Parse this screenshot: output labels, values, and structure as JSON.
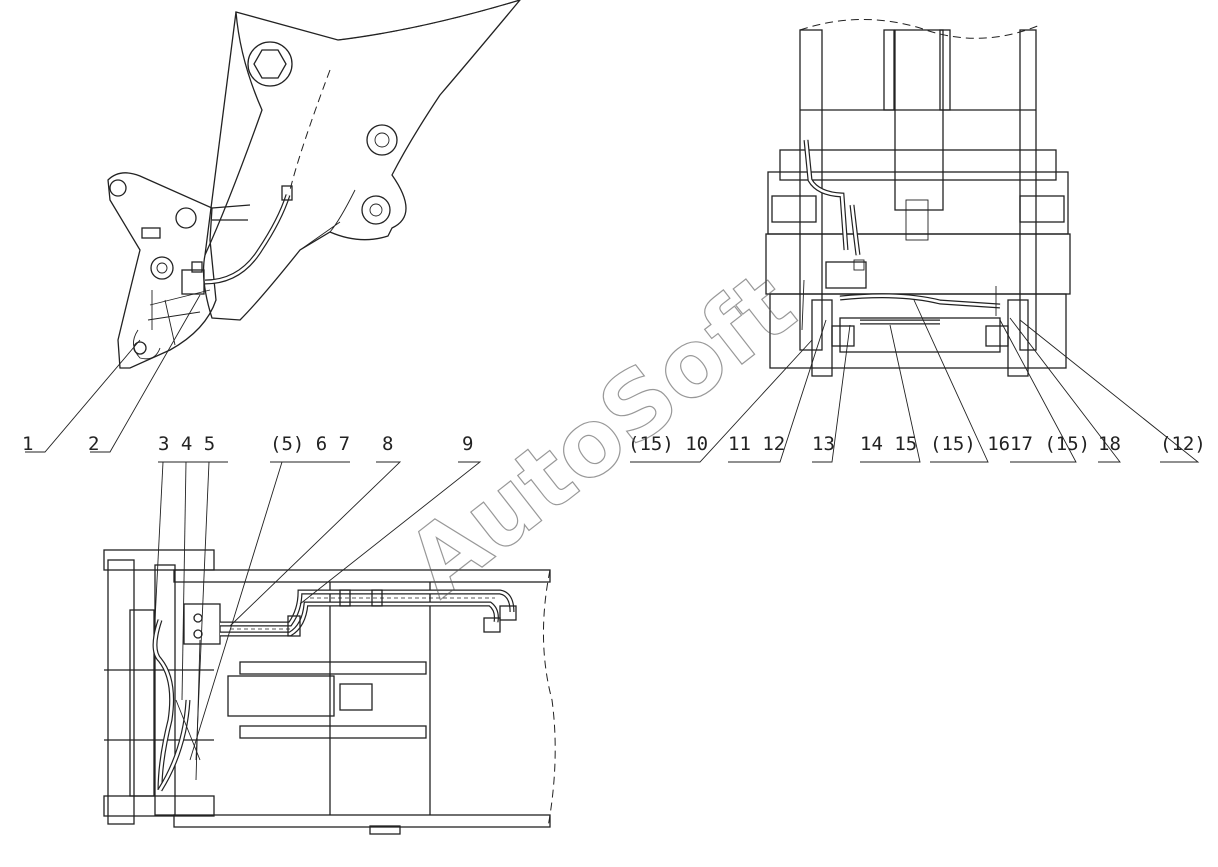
{
  "watermark": "AutoSoft",
  "labels": {
    "n1": "1",
    "n2": "2",
    "n3_5": "3 4 5",
    "n5_7": "(5) 6 7",
    "n8": "8",
    "n9": "9",
    "n15_10": "(15) 10",
    "n11_12": "11 12",
    "n13": "13",
    "n14_15": "14 15",
    "n15_16": "(15) 16",
    "n17_15": "17 (15)",
    "n18": "18",
    "n12": "(12)"
  }
}
